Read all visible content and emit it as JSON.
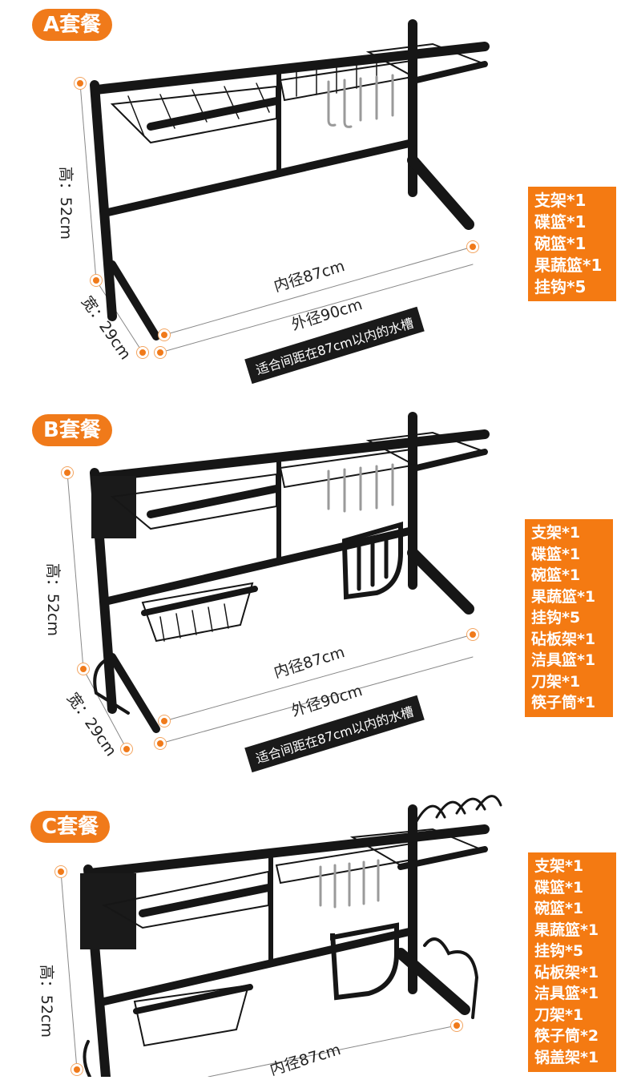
{
  "colors": {
    "accent": "#f07a1a",
    "list_bg": "#f47a12",
    "rack": "#161616",
    "banner": "#1a1a1a"
  },
  "packages": [
    {
      "title": "A套餐",
      "height_label": "高：52cm",
      "width_label": "宽：29cm",
      "inner_label": "内径87cm",
      "outer_label": "外径90cm",
      "banner": "适合间距在87cm以内的水槽",
      "items": [
        "支架*1",
        "碟篮*1",
        "碗篮*1",
        "果蔬篮*1",
        "挂钩*5"
      ]
    },
    {
      "title": "B套餐",
      "height_label": "高：52cm",
      "width_label": "宽：29cm",
      "inner_label": "内径87cm",
      "outer_label": "外径90cm",
      "banner": "适合间距在87cm以内的水槽",
      "items": [
        "支架*1",
        "碟篮*1",
        "碗篮*1",
        "果蔬篮*1",
        "挂钩*5",
        "砧板架*1",
        "洁具篮*1",
        "刀架*1",
        "筷子筒*1"
      ]
    },
    {
      "title": "C套餐",
      "height_label": "高：52cm",
      "inner_label": "内径87cm",
      "items": [
        "支架*1",
        "碟篮*1",
        "碗篮*1",
        "果蔬篮*1",
        "挂钩*5",
        "砧板架*1",
        "洁具篮*1",
        "刀架*1",
        "筷子筒*2",
        "锅盖架*1"
      ]
    }
  ]
}
